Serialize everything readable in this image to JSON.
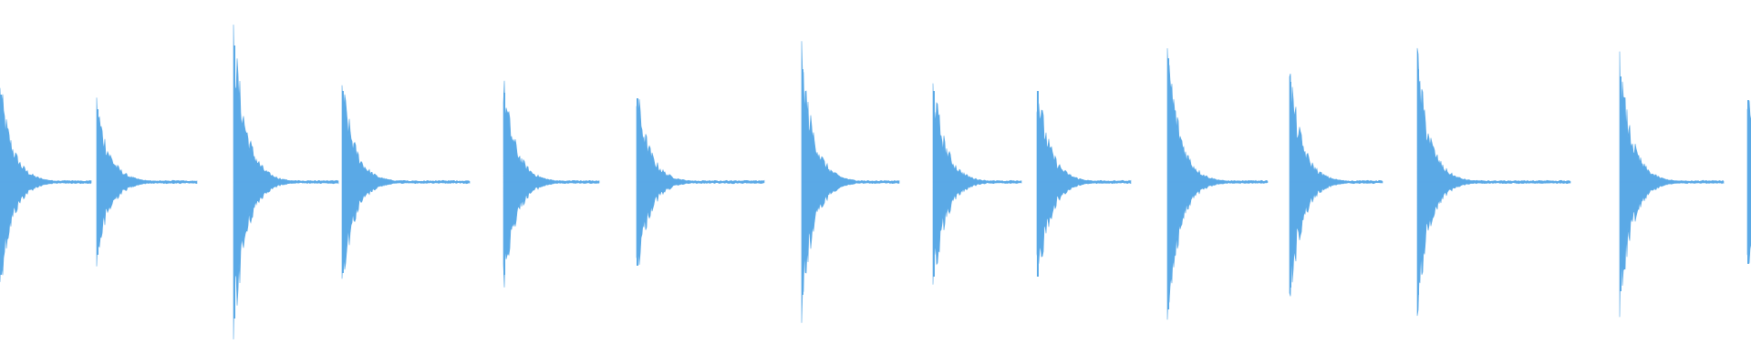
{
  "waveform": {
    "color": "#5aa9e6",
    "background": "#ffffff",
    "transients": [
      {
        "amplitude_up": 0.48,
        "amplitude_down": 0.51,
        "decay": 0.55,
        "tail": 0.35
      },
      {
        "amplitude_up": 0.4,
        "amplitude_down": 0.4,
        "decay": 0.55,
        "tail": 0.35
      },
      {
        "amplitude_up": 0.75,
        "amplitude_down": 0.75,
        "decay": 0.55,
        "tail": 0.35
      },
      {
        "amplitude_up": 0.5,
        "amplitude_down": 0.5,
        "decay": 0.55,
        "tail": 0.35
      },
      {
        "amplitude_up": 0.49,
        "amplitude_down": 0.51,
        "decay": 0.55,
        "tail": 0.35
      },
      {
        "amplitude_up": 0.46,
        "amplitude_down": 0.46,
        "decay": 0.55,
        "tail": 0.35
      },
      {
        "amplitude_up": 0.62,
        "amplitude_down": 0.62,
        "decay": 0.55,
        "tail": 0.35
      },
      {
        "amplitude_up": 0.5,
        "amplitude_down": 0.52,
        "decay": 0.55,
        "tail": 0.35
      },
      {
        "amplitude_up": 0.5,
        "amplitude_down": 0.52,
        "decay": 0.55,
        "tail": 0.35
      },
      {
        "amplitude_up": 0.68,
        "amplitude_down": 0.7,
        "decay": 0.55,
        "tail": 0.35
      },
      {
        "amplitude_up": 0.55,
        "amplitude_down": 0.58,
        "decay": 0.55,
        "tail": 0.35
      },
      {
        "amplitude_up": 0.62,
        "amplitude_down": 0.62,
        "decay": 0.55,
        "tail": 0.35
      },
      {
        "amplitude_up": 0.58,
        "amplitude_down": 0.6,
        "decay": 0.55,
        "tail": 0.35
      },
      {
        "amplitude_up": 0.45,
        "amplitude_down": 0.45,
        "decay": 0.55,
        "tail": 0.35
      }
    ]
  }
}
